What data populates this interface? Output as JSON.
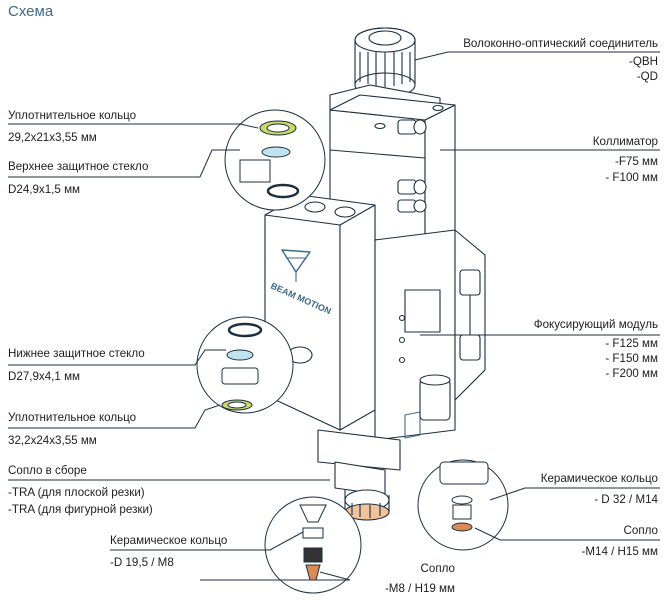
{
  "title": "Схема",
  "brand": "BEAM MOTION",
  "labels": {
    "fiber_connector": {
      "name": "Волоконно-оптический соединитель",
      "values": [
        "-QBH",
        "-QD"
      ]
    },
    "collimator": {
      "name": "Коллиматор",
      "values": [
        "-F75 мм",
        "- F100 мм"
      ]
    },
    "focusing_module": {
      "name": "Фокусирующий модуль",
      "values": [
        "- F125 мм",
        "- F150 мм",
        "- F200 мм"
      ]
    },
    "ceramic_ring_right": {
      "name": "Керамическое кольцо",
      "values": [
        "- D 32 / M14"
      ]
    },
    "nozzle_right": {
      "name": "Сопло",
      "values": [
        "-M14 / H15 мм"
      ]
    },
    "seal_ring_top": {
      "name": "Уплотнительное кольцо",
      "values": [
        "29,2x21x3,55 мм"
      ]
    },
    "upper_glass": {
      "name": "Верхнее защитное стекло",
      "values": [
        "D24,9x1,5 мм"
      ]
    },
    "lower_glass": {
      "name": "Нижнее защитное стекло",
      "values": [
        "D27,9x4,1 мм"
      ]
    },
    "seal_ring_bottom": {
      "name": "Уплотнительное кольцо",
      "values": [
        "32,2x24x3,55 мм"
      ]
    },
    "nozzle_assembly": {
      "name": "Сопло в сборе",
      "values": [
        "-TRA (для плоской резки)",
        "-TRA (для фигурной резки)"
      ]
    },
    "ceramic_ring_left": {
      "name": "Керамическое кольцо",
      "values": [
        "-D 19,5 / M8"
      ]
    },
    "nozzle_bottom": {
      "name": "Сопло",
      "values": [
        "-M8 / H19 мм"
      ]
    }
  },
  "colors": {
    "accent": "#3e6a86",
    "line": "#1c2f40",
    "seal": "#c9d96a",
    "glass": "#bfe3f0",
    "copper": "#d98b55"
  }
}
